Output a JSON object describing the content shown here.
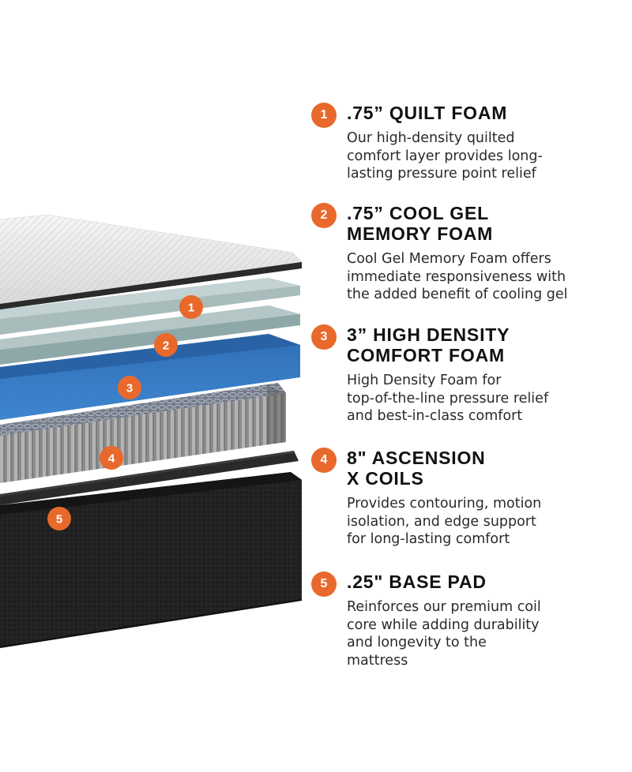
{
  "accent_color": "#e8692b",
  "markers": [
    "1",
    "2",
    "3",
    "4",
    "5"
  ],
  "features": [
    {
      "number": "1",
      "title": ".75” QUILT FOAM",
      "description": "Our high-density quilted\ncomfort layer provides long-\nlasting pressure point relief"
    },
    {
      "number": "2",
      "title": ".75” COOL GEL\nMEMORY FOAM",
      "description": "Cool Gel Memory Foam offers\nimmediate responsiveness with\nthe added benefit of cooling gel"
    },
    {
      "number": "3",
      "title": "3” HIGH DENSITY\nCOMFORT FOAM",
      "description": "High Density Foam for\ntop-of-the-line pressure relief\nand best-in-class comfort"
    },
    {
      "number": "4",
      "title": "8\" ASCENSION\nX COILS",
      "description": "Provides contouring, motion\nisolation, and edge support\nfor long-lasting comfort"
    },
    {
      "number": "5",
      "title": ".25\" BASE PAD",
      "description": "Reinforces our premium coil\ncore while adding durability\nand longevity to the\nmattress"
    }
  ]
}
